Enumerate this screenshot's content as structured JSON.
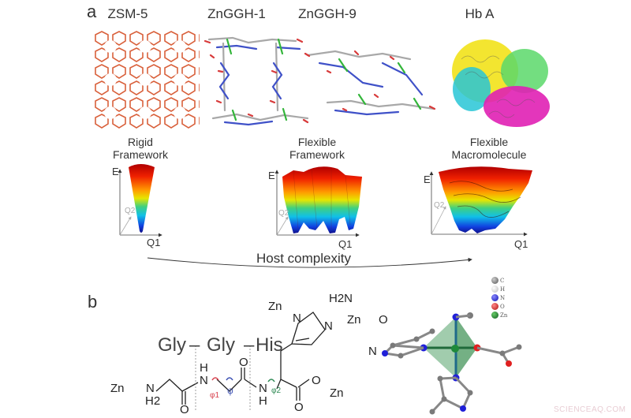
{
  "panel_a": {
    "label": "a",
    "structures": [
      {
        "name": "ZSM-5",
        "color": "#d9603b"
      },
      {
        "name": "ZnGGH-1",
        "color": "#9a9a9a"
      },
      {
        "name": "ZnGGH-9",
        "color": "#9a9a9a"
      },
      {
        "name": "Hb A",
        "colors": [
          "#f2e21a",
          "#27c6d6",
          "#e020b4",
          "#5ad86a"
        ]
      }
    ],
    "energy_landscapes": [
      {
        "title_line1": "Rigid",
        "title_line2": "Framework",
        "y_axis": "E",
        "x_axis": "Q1",
        "z_axis": "Q2"
      },
      {
        "title_line1": "Flexible",
        "title_line2": "Framework",
        "y_axis": "E",
        "x_axis": "Q1",
        "z_axis": "Q2"
      },
      {
        "title_line1": "Flexible",
        "title_line2": "Macromolecule",
        "y_axis": "E",
        "x_axis": "Q1",
        "z_axis": "Q2"
      }
    ],
    "arrow_label": "Host complexity"
  },
  "panel_b": {
    "label": "b",
    "residues": [
      "Gly",
      "Gly",
      "His"
    ],
    "dash": "–",
    "atoms": {
      "zn": "Zn",
      "n": "N",
      "h": "H",
      "h2": "H2",
      "o": "O",
      "h2n": "H2N"
    },
    "torsions": [
      {
        "symbol": "φ1",
        "color": "#d8434f"
      },
      {
        "symbol": "ψ",
        "color": "#3a4fb3"
      },
      {
        "symbol": "φ2",
        "color": "#2f8a55"
      }
    ],
    "legend": [
      {
        "element": "C",
        "color": "#7a7a7a"
      },
      {
        "element": "H",
        "color": "#e6e6e6"
      },
      {
        "element": "N",
        "color": "#2020d8"
      },
      {
        "element": "O",
        "color": "#e02020"
      },
      {
        "element": "Zn",
        "color": "#1f8a3a"
      }
    ]
  },
  "watermark": "SCIENCEAQ.COM"
}
